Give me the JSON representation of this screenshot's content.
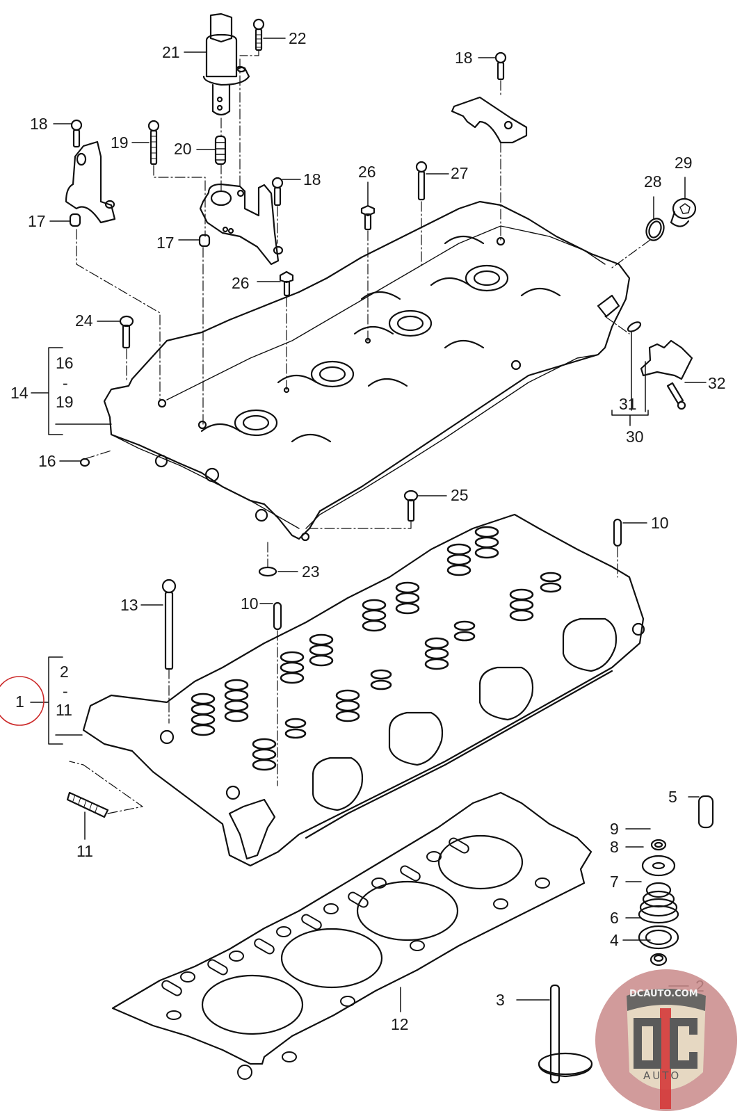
{
  "diagram": {
    "title": "Cylinder head assembly - exploded parts view",
    "highlight_color": "#cc2a2a",
    "line_color": "#111111",
    "callouts": [
      {
        "id": "c21",
        "label": "21"
      },
      {
        "id": "c22",
        "label": "22"
      },
      {
        "id": "c18a",
        "label": "18"
      },
      {
        "id": "c18b",
        "label": "18"
      },
      {
        "id": "c18c",
        "label": "18"
      },
      {
        "id": "c19",
        "label": "19"
      },
      {
        "id": "c20",
        "label": "20"
      },
      {
        "id": "c17a",
        "label": "17"
      },
      {
        "id": "c17b",
        "label": "17"
      },
      {
        "id": "c26a",
        "label": "26"
      },
      {
        "id": "c26b",
        "label": "26"
      },
      {
        "id": "c27",
        "label": "27"
      },
      {
        "id": "c28",
        "label": "28"
      },
      {
        "id": "c29",
        "label": "29"
      },
      {
        "id": "c24",
        "label": "24"
      },
      {
        "id": "c14",
        "label": "14"
      },
      {
        "id": "c16top",
        "label": "16"
      },
      {
        "id": "c16dash",
        "label": "-"
      },
      {
        "id": "c19b",
        "label": "19"
      },
      {
        "id": "c16",
        "label": "16"
      },
      {
        "id": "c32",
        "label": "32"
      },
      {
        "id": "c31",
        "label": "31"
      },
      {
        "id": "c30",
        "label": "30"
      },
      {
        "id": "c25",
        "label": "25"
      },
      {
        "id": "c10a",
        "label": "10"
      },
      {
        "id": "c23",
        "label": "23"
      },
      {
        "id": "c13",
        "label": "13"
      },
      {
        "id": "c10b",
        "label": "10"
      },
      {
        "id": "c1",
        "label": "1"
      },
      {
        "id": "c2top",
        "label": "2"
      },
      {
        "id": "c2dash",
        "label": "-"
      },
      {
        "id": "c11top",
        "label": "11"
      },
      {
        "id": "c11",
        "label": "11"
      },
      {
        "id": "c12",
        "label": "12"
      },
      {
        "id": "c5",
        "label": "5"
      },
      {
        "id": "c9",
        "label": "9"
      },
      {
        "id": "c8",
        "label": "8"
      },
      {
        "id": "c7",
        "label": "7"
      },
      {
        "id": "c6",
        "label": "6"
      },
      {
        "id": "c4",
        "label": "4"
      },
      {
        "id": "c3",
        "label": "3"
      },
      {
        "id": "c2",
        "label": "2"
      }
    ],
    "groups": [
      {
        "label": "14",
        "range": "16 - 19"
      },
      {
        "label": "1",
        "range": "2 - 11",
        "highlighted": true
      },
      {
        "label": "30",
        "range": "31, 32"
      }
    ]
  },
  "watermark": {
    "top_text": "DCAUTO.COM",
    "mark": "DC",
    "bottom_text": "AUTO",
    "colors": {
      "circle": "#c98a8a",
      "shield": "#e8dfc6",
      "letters": "#5a5a5a",
      "stripe": "#d43a3a"
    }
  }
}
